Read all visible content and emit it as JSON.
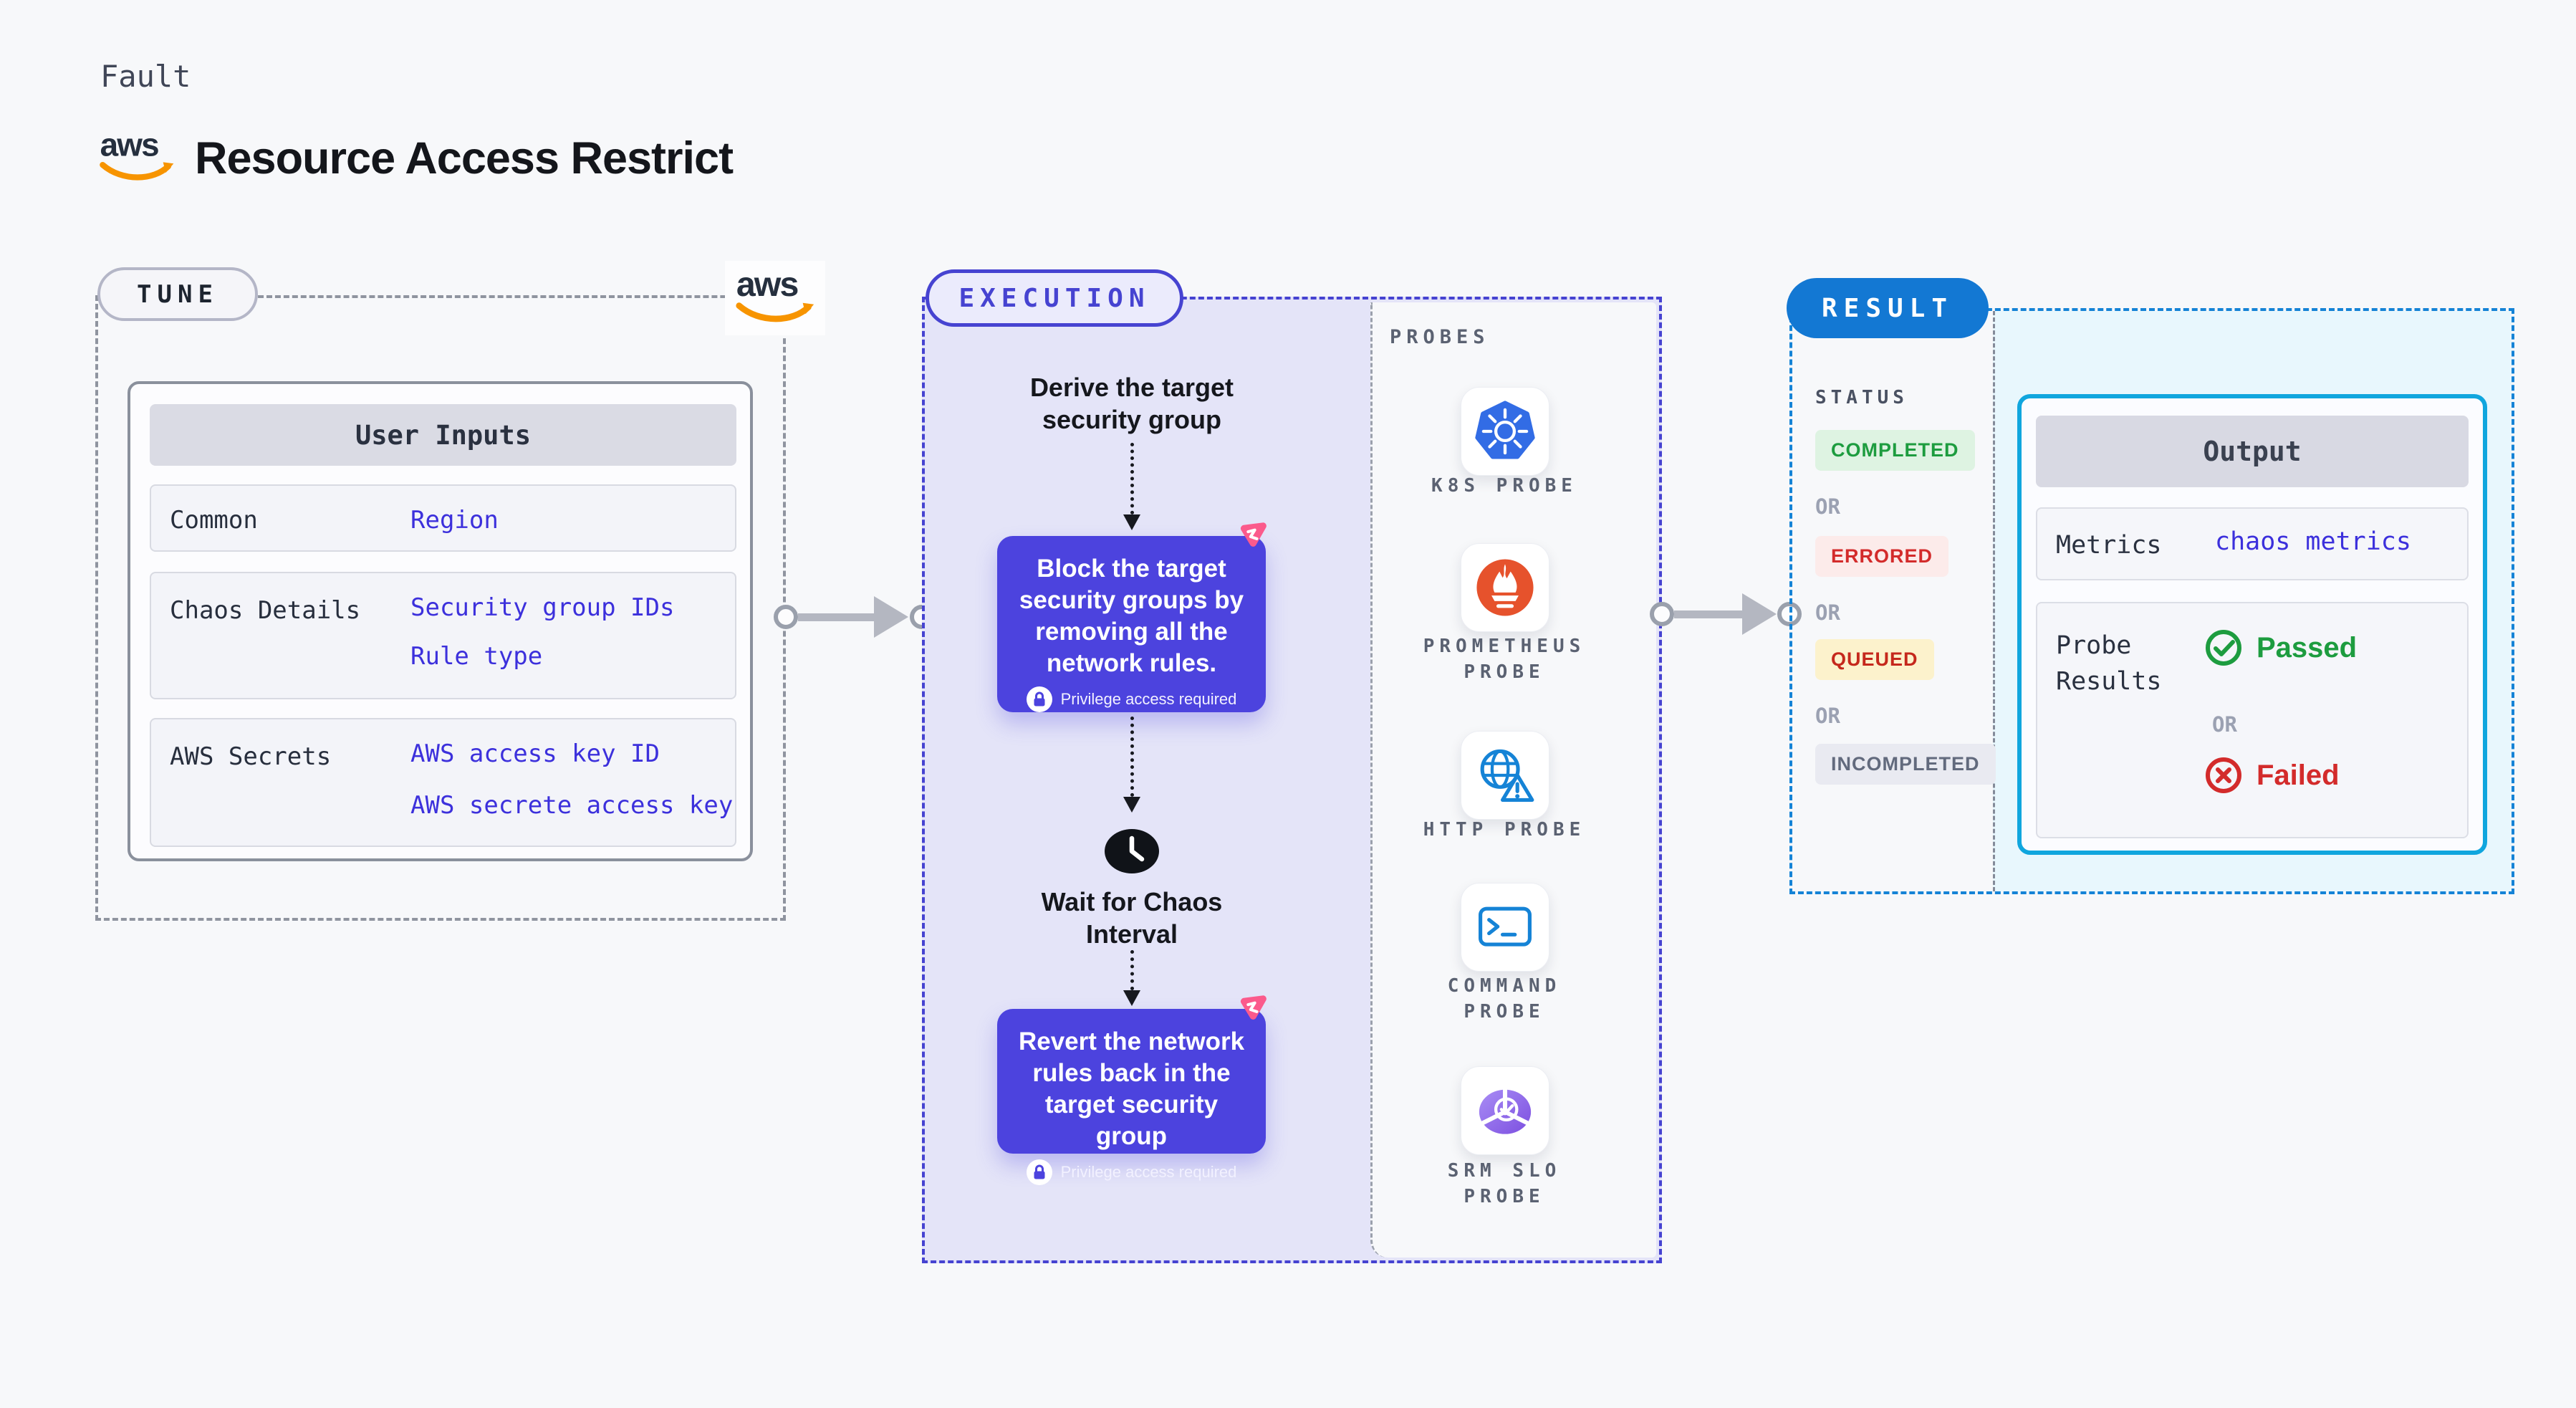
{
  "header": {
    "eyebrow": "Fault",
    "title": "Resource Access Restrict"
  },
  "aws_logo": {
    "text": "aws"
  },
  "tune": {
    "badge": "TUNE",
    "user_inputs": {
      "header": "User Inputs",
      "rows": [
        {
          "label": "Common",
          "values": [
            "Region"
          ]
        },
        {
          "label": "Chaos Details",
          "values": [
            "Security group IDs",
            "Rule type"
          ]
        },
        {
          "label": "AWS Secrets",
          "values": [
            "AWS access key ID",
            "AWS secrete access key"
          ]
        }
      ]
    }
  },
  "execution": {
    "badge": "EXECUTION",
    "step_derive": "Derive the target security group",
    "fault_block": {
      "text": "Block the target security groups by removing all the network rules.",
      "privilege": "Privilege access required"
    },
    "wait": "Wait for Chaos Interval",
    "revert_block": {
      "text": "Revert the network rules back in the target security group",
      "privilege": "Privilege access required"
    }
  },
  "probes": {
    "label": "PROBES",
    "items": [
      {
        "icon": "k8s-icon",
        "lines": [
          "K8S PROBE",
          ""
        ]
      },
      {
        "icon": "prometheus-icon",
        "lines": [
          "PROMETHEUS",
          "PROBE"
        ]
      },
      {
        "icon": "http-icon",
        "lines": [
          "HTTP PROBE",
          ""
        ]
      },
      {
        "icon": "command-icon",
        "lines": [
          "COMMAND",
          "PROBE"
        ]
      },
      {
        "icon": "srm-slo-icon",
        "lines": [
          "SRM SLO",
          "PROBE"
        ]
      }
    ]
  },
  "result": {
    "badge": "RESULT",
    "status": {
      "label": "STATUS",
      "or": "OR",
      "items": [
        {
          "label": "COMPLETED",
          "fg": "#1d9c3f",
          "bg": "#def3e2"
        },
        {
          "label": "ERRORED",
          "fg": "#d32b2b",
          "bg": "#fcebea"
        },
        {
          "label": "QUEUED",
          "fg": "#c5281c",
          "bg": "#fcf2cc"
        },
        {
          "label": "INCOMPLETED",
          "fg": "#626a7d",
          "bg": "#e9eaf1"
        }
      ]
    },
    "output": {
      "header": "Output",
      "metrics_label": "Metrics",
      "metrics_value": "chaos metrics",
      "probe_label": "Probe Results",
      "passed": "Passed",
      "or": "OR",
      "failed": "Failed"
    }
  },
  "colors": {
    "page_bg": "#f7f8fa",
    "execution_accent": "#4643d1",
    "execution_bg": "#e4e4f8",
    "fault_box": "#4c43de",
    "pinwheel_pink": "#fb5a8c",
    "result_accent": "#1378d3",
    "output_border": "#10a6de",
    "result_bg": "#e8f7fd",
    "value_blue": "#3c30dc",
    "success_green": "#1d9c3f",
    "error_red": "#d32b2b",
    "aws_orange": "#f79400",
    "aws_navy": "#252f3e",
    "k8s_blue": "#326ce5",
    "prometheus_orange": "#e6522c",
    "probe_blue": "#1583d6",
    "srm_purple": "#7c4fe0"
  }
}
